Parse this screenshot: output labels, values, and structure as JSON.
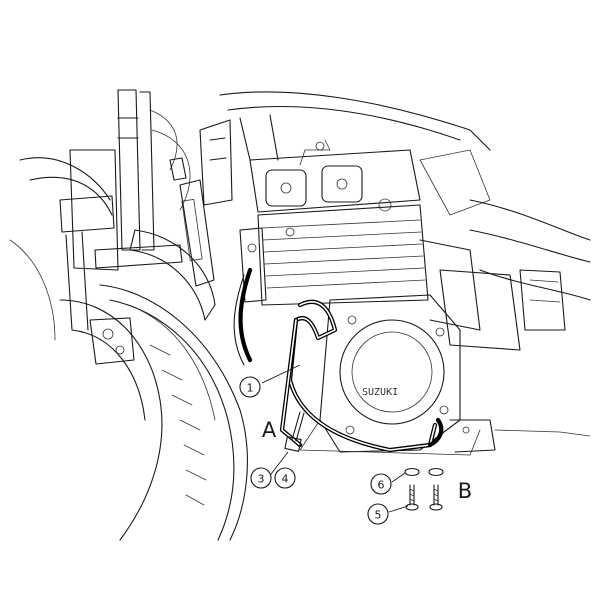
{
  "labels": {
    "point_a": "A",
    "point_b": "B"
  },
  "callouts": [
    "1",
    "3",
    "4",
    "6",
    "5"
  ],
  "engine_brand": "SUZUKI",
  "colors": {
    "ink": "#1a1a1a",
    "background": "#ffffff"
  }
}
